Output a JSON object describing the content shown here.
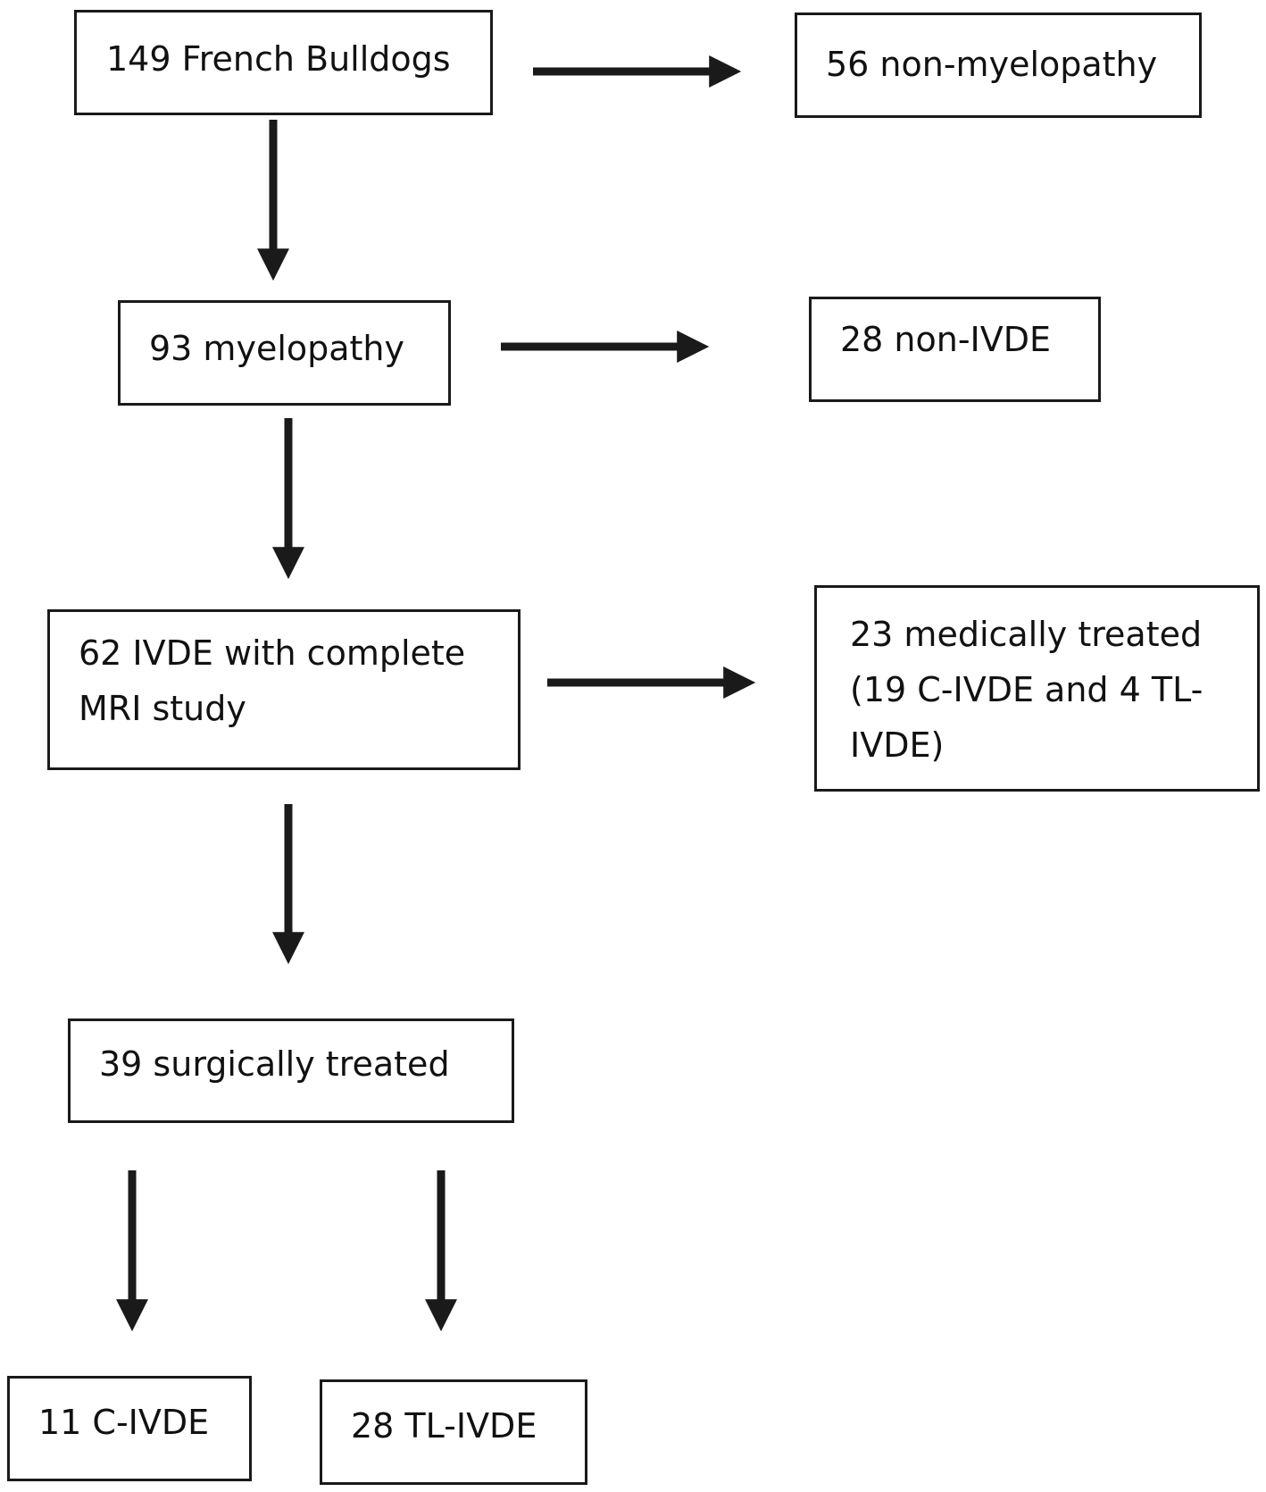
{
  "nodes": {
    "french_bulldogs": "149 French Bulldogs",
    "non_myelopathy": "56 non-myelopathy",
    "myelopathy": "93 myelopathy",
    "non_ivde": "28 non-IVDE",
    "ivde_complete_mri": "62 IVDE with complete\nMRI study",
    "medically_treated": "23 medically treated\n(19 C-IVDE and 4 TL-\nIVDE)",
    "surgically_treated": "39 surgically treated",
    "c_ivde": "11 C-IVDE",
    "tl_ivde": "28 TL-IVDE"
  }
}
